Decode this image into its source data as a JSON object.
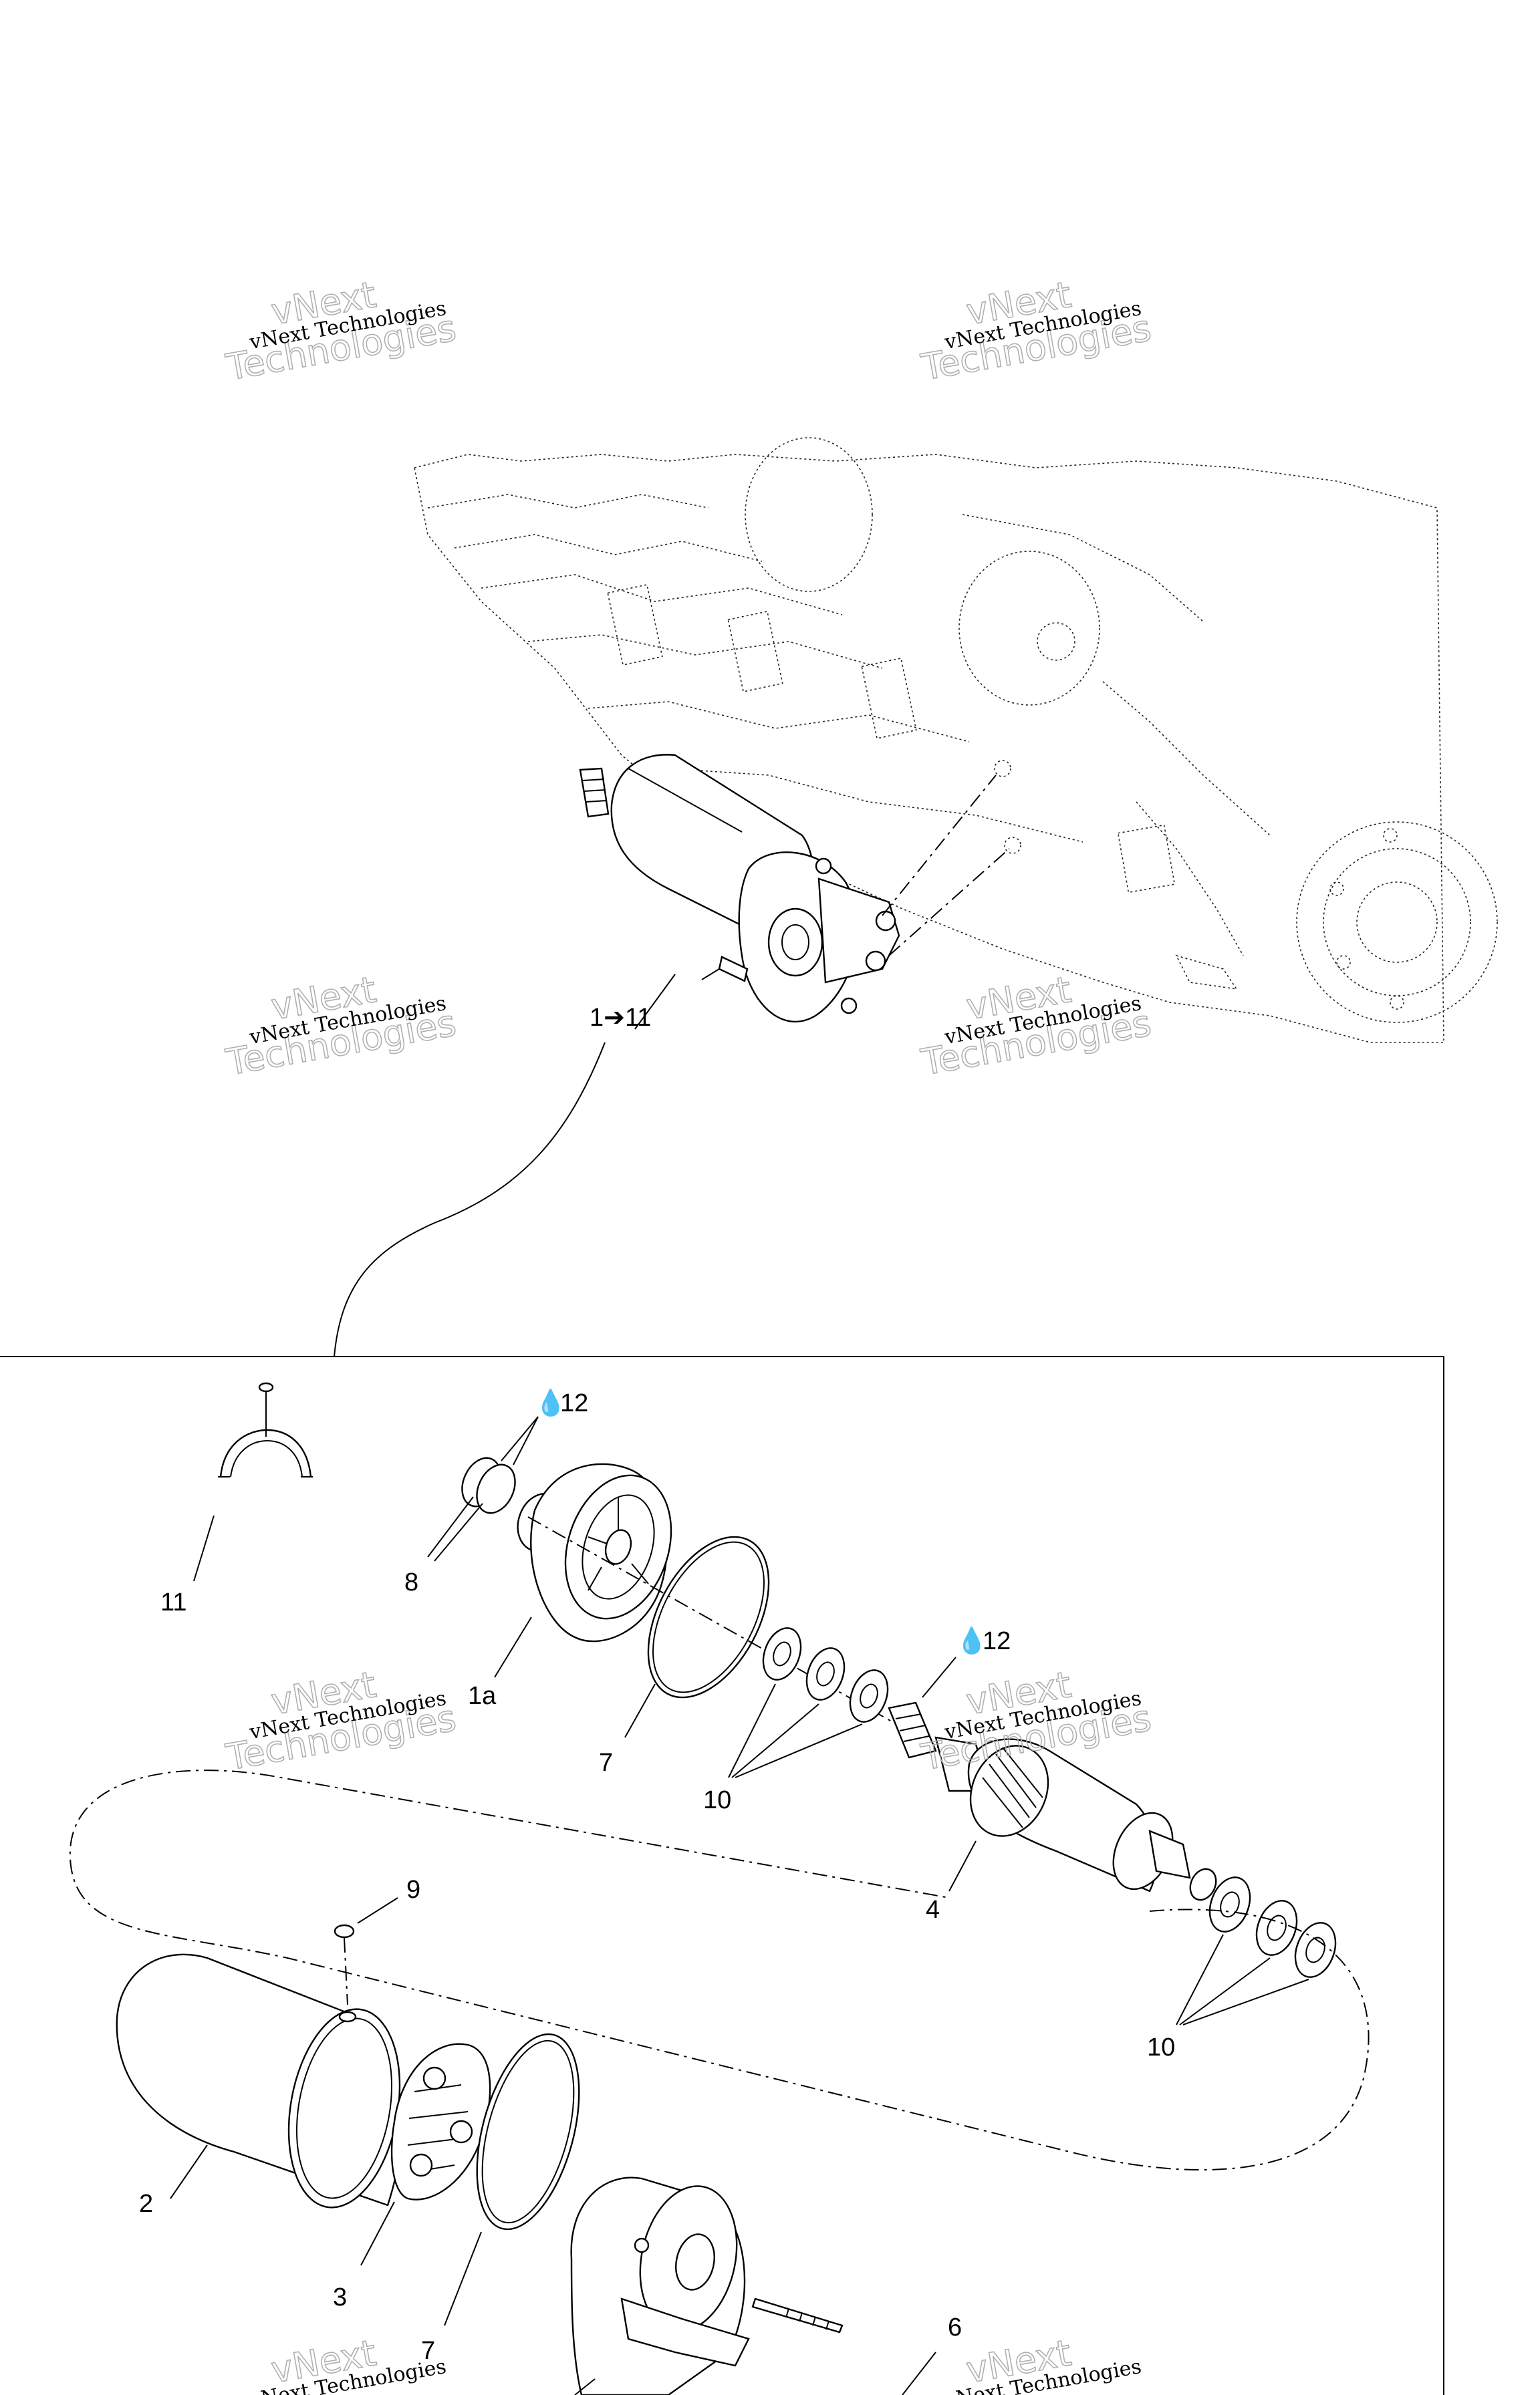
{
  "watermark": {
    "company": "vNext Technologies",
    "brand_line1": "vNext",
    "brand_line2": "Technologies"
  },
  "callouts": {
    "assembly": "1➔11",
    "p1a": "1a",
    "p2": "2",
    "p3": "3",
    "p4": "4",
    "p6": "6",
    "p7_top": "7",
    "p7_bottom": "7",
    "p8": "8",
    "p9": "9",
    "p10_top": "10",
    "p10_right": "10",
    "p11": "11",
    "p12_top": "12",
    "p12_mid": "12"
  }
}
